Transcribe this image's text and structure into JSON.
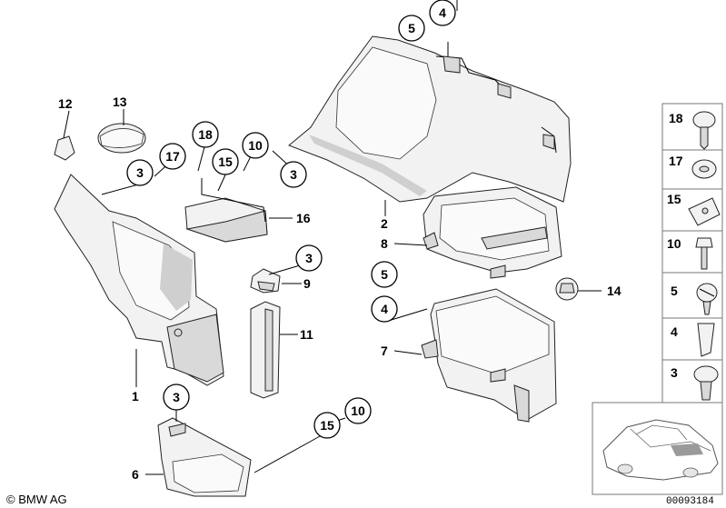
{
  "diagram": {
    "part_labels": {
      "p1": "1",
      "p2": "2",
      "p6": "6",
      "p7": "7",
      "p8": "8",
      "p9": "9",
      "p11": "11",
      "p12": "12",
      "p13": "13",
      "p14": "14",
      "p16": "16"
    },
    "callouts": {
      "c4_top": "4",
      "c5_top": "5",
      "c3_a": "3",
      "c17": "17",
      "c18": "18",
      "c15_a": "15",
      "c10_a": "10",
      "c3_b": "3",
      "c3_c": "3",
      "c5_mid": "5",
      "c4_mid": "4",
      "c3_d": "3",
      "c15_b": "15",
      "c10_b": "10"
    },
    "fastener_panel": [
      "18",
      "17",
      "15",
      "10",
      "5",
      "4",
      "3"
    ],
    "brand": "© BMW AG",
    "document_number": "00093184"
  }
}
